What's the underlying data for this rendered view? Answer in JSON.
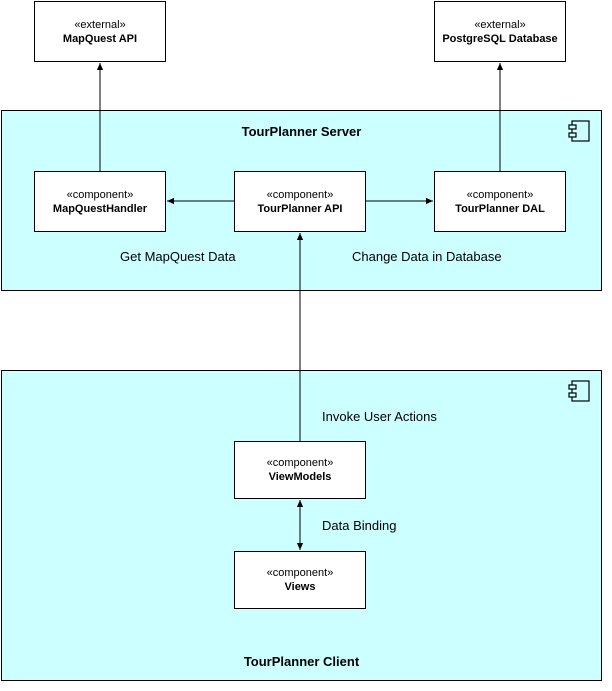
{
  "externals": [
    {
      "stereotype": "«external»",
      "name": "MapQuest API"
    },
    {
      "stereotype": "«external»",
      "name": "PostgreSQL Database"
    }
  ],
  "server": {
    "title": "TourPlanner Server",
    "components": [
      {
        "stereotype": "«component»",
        "name": "MapQuestHandler"
      },
      {
        "stereotype": "«component»",
        "name": "TourPlanner API"
      },
      {
        "stereotype": "«component»",
        "name": "TourPlanner DAL"
      }
    ],
    "labels": {
      "left": "Get MapQuest Data",
      "right": "Change Data in Database"
    }
  },
  "client": {
    "title": "TourPlanner Client",
    "components": [
      {
        "stereotype": "«component»",
        "name": "ViewModels"
      },
      {
        "stereotype": "«component»",
        "name": "Views"
      }
    ],
    "labels": {
      "invoke": "Invoke User Actions",
      "binding": "Data Binding"
    }
  },
  "colors": {
    "container_fill": "#ccffff",
    "box_fill": "#ffffff",
    "stroke": "#000000"
  },
  "icons": {
    "container": "component-icon"
  }
}
